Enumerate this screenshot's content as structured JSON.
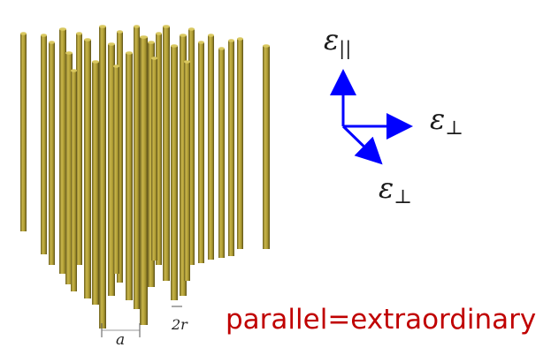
{
  "diagram": {
    "dim_labels": {
      "spacing": "a",
      "diameter": "2r"
    },
    "axes": {
      "parallel": {
        "symbol": "ε",
        "subscript": "||"
      },
      "perp_horizontal": {
        "symbol": "ε",
        "subscript": "⊥"
      },
      "perp_diagonal": {
        "symbol": "ε",
        "subscript": "⊥"
      },
      "arrow_color": "#0000ff"
    },
    "rod_color": "#b5a33a"
  },
  "caption": "parallel=extraordinary"
}
